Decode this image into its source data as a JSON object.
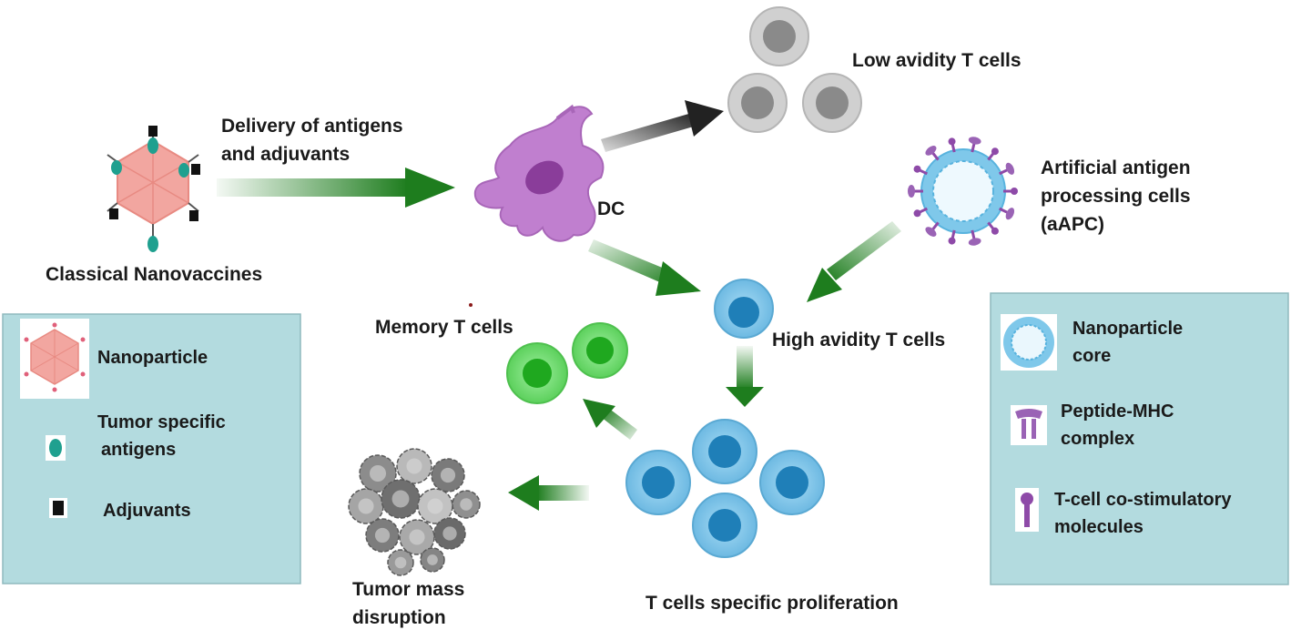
{
  "labels": {
    "classical_nanovaccines": "Classical Nanovaccines",
    "delivery_line1": "Delivery of antigens",
    "delivery_line2": "and adjuvants",
    "dc": "DC",
    "low_avidity": "Low avidity T cells",
    "aapc_line1": "Artificial antigen",
    "aapc_line2": "processing cells",
    "aapc_line3": "(aAPC)",
    "high_avidity": "High avidity T cells",
    "memory": "Memory T cells",
    "proliferation": "T cells specific proliferation",
    "tumor_line1": "Tumor mass",
    "tumor_line2": "disruption"
  },
  "legend_left": {
    "nanoparticle": "Nanoparticle",
    "antigens_line1": "Tumor specific",
    "antigens_line2": "antigens",
    "adjuvants": "Adjuvants"
  },
  "legend_right": {
    "core_line1": "Nanoparticle",
    "core_line2": "core",
    "pmhc_line1": "Peptide-MHC",
    "pmhc_line2": "complex",
    "costim_line1": "T-cell co-stimulatory",
    "costim_line2": "molecules"
  },
  "colors": {
    "arrow_green": "#1e7d1e",
    "arrow_black": "#222222",
    "nanoparticle": "#f0a19b",
    "antigen": "#1fa08f",
    "dc": "#c07fcf",
    "t_cell_blue": "#7fc4e8",
    "memory_green": "#6fdc6f",
    "low_avidity_grey": "#c8c8c8",
    "legend_bg": "#b3dbdf"
  }
}
